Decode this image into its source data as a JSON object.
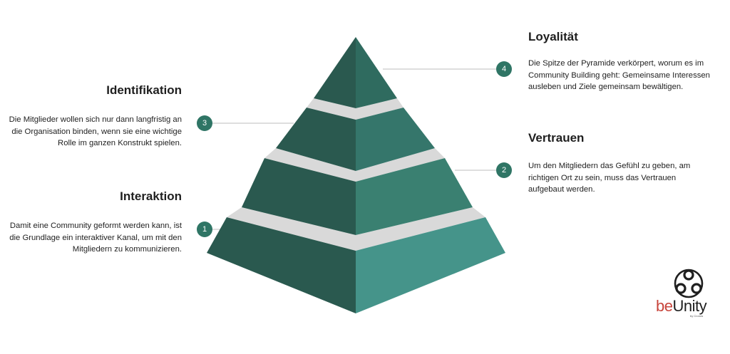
{
  "steps": [
    {
      "number": "1",
      "title": "Interaktion",
      "text": "Damit eine Community geformt werden kann, ist die Grundlage ein interaktiver Kanal, um mit den Mitgliedern zu kommunizieren."
    },
    {
      "number": "2",
      "title": "Vertrauen",
      "text": "Um den Mitgliedern das Gefühl zu geben, am richtigen Ort zu sein, muss das Vertrauen aufgebaut werden."
    },
    {
      "number": "3",
      "title": "Identifikation",
      "text": "Die Mitglieder wollen sich nur dann langfristig an die Organisation binden, wenn sie eine wichtige Rolle im ganzen Konstrukt spielen."
    },
    {
      "number": "4",
      "title": "Loyalität",
      "text": "Die Spitze der Pyramide verkörpert, worum es im Community Building geht: Gemeinsame Interessen ausleben und Ziele gemeinsam bewältigen."
    }
  ],
  "colors": {
    "level_dark": "#2a594f",
    "level_right": [
      "#45948a",
      "#3a8071",
      "#35766b",
      "#2f6b5f"
    ],
    "separator": "#d9d9d9",
    "badge": "#2f7565",
    "connector": "#bdbdbd",
    "logo_accent": "#c8453c"
  },
  "logo": {
    "icon": "beunity-knot-icon",
    "prefix": "be",
    "name": "Unity",
    "tagline": "by Cronos"
  }
}
